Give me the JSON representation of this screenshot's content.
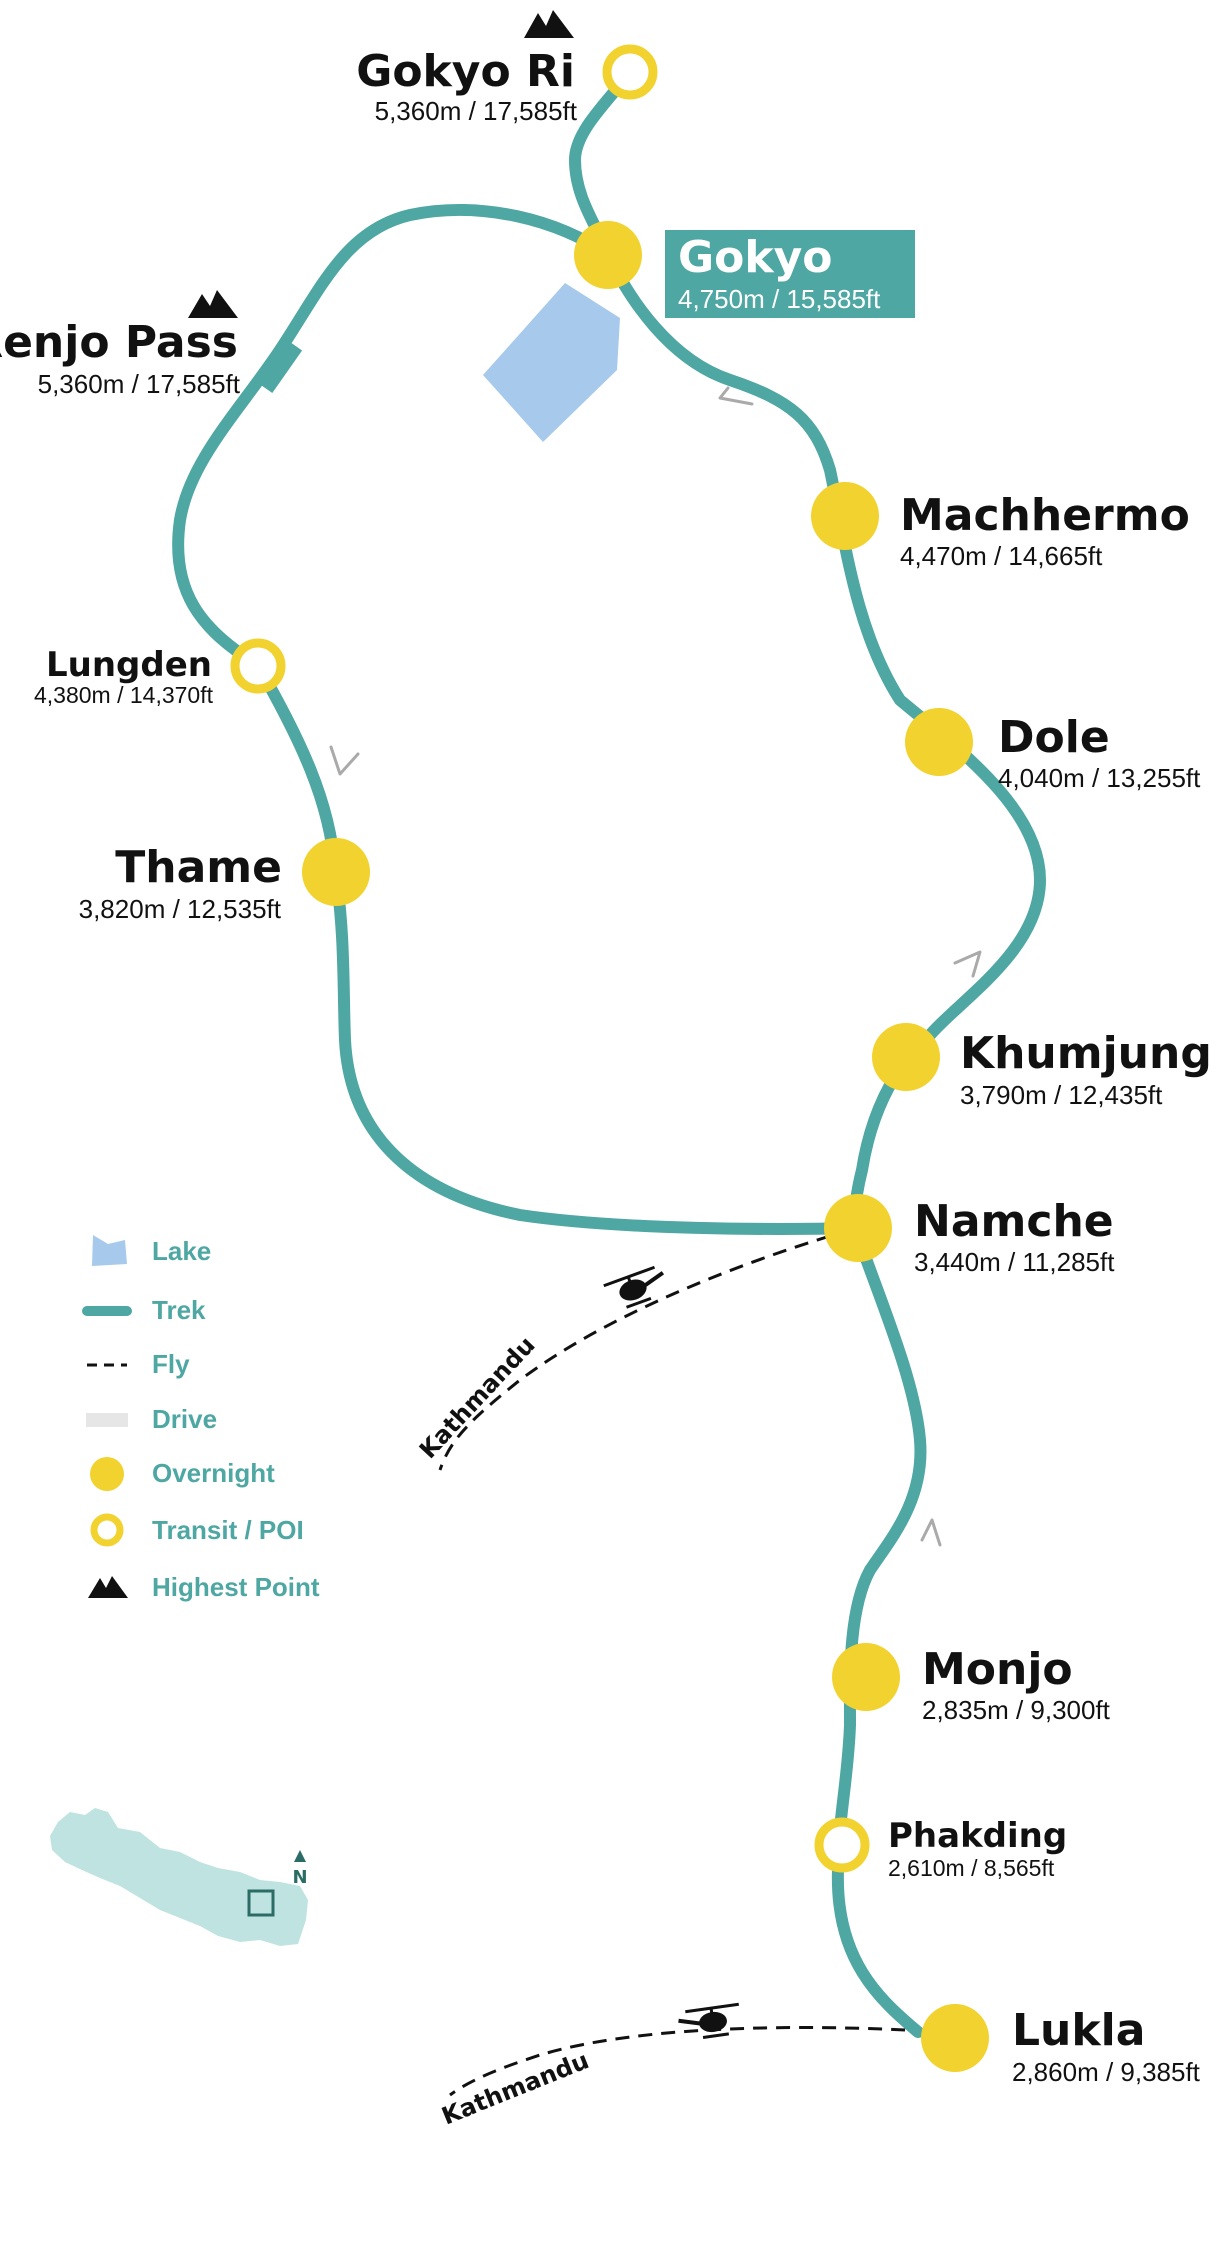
{
  "colors": {
    "trek": "#4ea7a2",
    "overnight": "#f2d22e",
    "lake": "#a7c9eb",
    "drive": "#e6e6e6",
    "fly": "#111111",
    "legend_text": "#4ea7a2",
    "nepal": "#bfe3e0"
  },
  "places": {
    "gokyo_ri": {
      "name": "Gokyo Ri",
      "alt": "5,360m / 17,585ft",
      "type": "transit",
      "highest": true
    },
    "gokyo": {
      "name": "Gokyo",
      "alt": "4,750m / 15,585ft",
      "type": "overnight",
      "highlighted": true
    },
    "renjo_pass": {
      "name": "Renjo Pass",
      "alt": "5,360m / 17,585ft",
      "type": "pass",
      "highest": true
    },
    "machhermo": {
      "name": "Machhermo",
      "alt": "4,470m / 14,665ft",
      "type": "overnight"
    },
    "lungden": {
      "name": "Lungden",
      "alt": "4,380m / 14,370ft",
      "type": "transit"
    },
    "dole": {
      "name": "Dole",
      "alt": "4,040m / 13,255ft",
      "type": "overnight"
    },
    "thame": {
      "name": "Thame",
      "alt": "3,820m / 12,535ft",
      "type": "overnight"
    },
    "khumjung": {
      "name": "Khumjung",
      "alt": "3,790m / 12,435ft",
      "type": "overnight"
    },
    "namche": {
      "name": "Namche",
      "alt": "3,440m / 11,285ft",
      "type": "overnight"
    },
    "monjo": {
      "name": "Monjo",
      "alt": "2,835m / 9,300ft",
      "type": "overnight"
    },
    "phakding": {
      "name": "Phakding",
      "alt": "2,610m / 8,565ft",
      "type": "transit"
    },
    "lukla": {
      "name": "Lukla",
      "alt": "2,860m / 9,385ft",
      "type": "overnight"
    }
  },
  "flights": {
    "namche": "Kathmandu",
    "lukla": "Kathmandu"
  },
  "legend": [
    {
      "icon": "lake-icon",
      "label": "Lake"
    },
    {
      "icon": "trek-line-icon",
      "label": "Trek"
    },
    {
      "icon": "fly-line-icon",
      "label": "Fly"
    },
    {
      "icon": "drive-line-icon",
      "label": "Drive"
    },
    {
      "icon": "overnight-dot-icon",
      "label": "Overnight"
    },
    {
      "icon": "transit-ring-icon",
      "label": "Transit / POI"
    },
    {
      "icon": "mountain-icon",
      "label": "Highest Point"
    }
  ],
  "inset": {
    "north_label": "N"
  }
}
